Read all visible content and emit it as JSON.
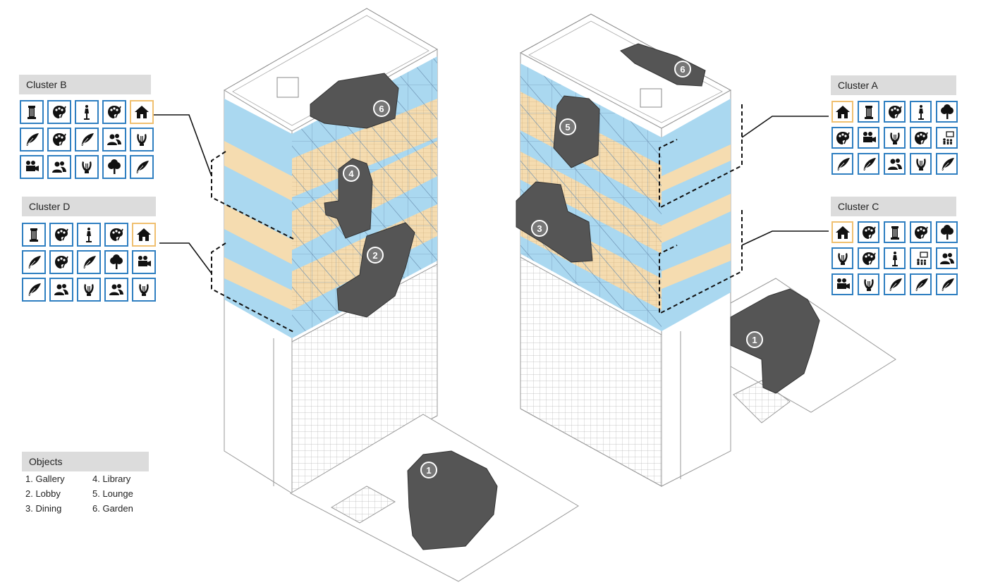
{
  "clusters": {
    "B": {
      "title": "Cluster B",
      "icons": [
        "column-icon",
        "palette-icon",
        "statue-icon",
        "palette-icon",
        "house-icon",
        "feather-icon",
        "palette-icon",
        "feather-icon",
        "people-icon",
        "lyre-icon",
        "camera-icon",
        "people-icon",
        "lyre-icon",
        "tree-icon",
        "feather-icon"
      ]
    },
    "D": {
      "title": "Cluster D",
      "icons": [
        "column-icon",
        "palette-icon",
        "statue-icon",
        "palette-icon",
        "house-icon",
        "feather-icon",
        "palette-icon",
        "feather-icon",
        "tree-icon",
        "camera-icon",
        "feather-icon",
        "people-icon",
        "lyre-icon",
        "people-icon",
        "lyre-icon"
      ]
    },
    "A": {
      "title": "Cluster A",
      "icons": [
        "house-icon",
        "column-icon",
        "palette-icon",
        "statue-icon",
        "tree-icon",
        "palette-icon",
        "camera-icon",
        "lyre-icon",
        "palette-icon",
        "audience-icon",
        "feather-icon",
        "feather-icon",
        "people-icon",
        "lyre-icon",
        "feather-icon"
      ]
    },
    "C": {
      "title": "Cluster C",
      "icons": [
        "house-icon",
        "palette-icon",
        "column-icon",
        "palette-icon",
        "tree-icon",
        "lyre-icon",
        "palette-icon",
        "statue-icon",
        "audience-icon",
        "people-icon",
        "camera-icon",
        "lyre-icon",
        "feather-icon",
        "feather-icon",
        "feather-icon"
      ]
    }
  },
  "objects": {
    "title": "Objects",
    "items": [
      "1.  Gallery",
      "2.  Lobby",
      "3.  Dining",
      "4.  Library",
      "5.  Lounge",
      "6.  Garden"
    ]
  },
  "markers": {
    "left": [
      "6",
      "4",
      "2",
      "1"
    ],
    "right": [
      "6",
      "5",
      "3",
      "1"
    ]
  },
  "colors": {
    "icon_border": "#2f7fc1",
    "home_border": "#f0c070",
    "glass_blue": "#aad8f0",
    "timber_beige": "#f5dcb0",
    "volume_dark": "#555555"
  }
}
